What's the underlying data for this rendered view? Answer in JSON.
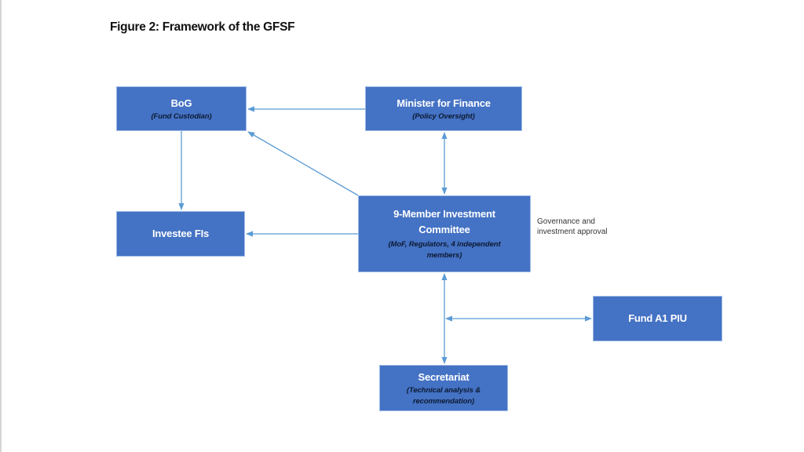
{
  "figure": {
    "title": "Figure 2: Framework of the GFSF"
  },
  "nodes": {
    "bog": {
      "title": "BoG",
      "subtitle": "(Fund Custodian)"
    },
    "minister": {
      "title": "Minister for Finance",
      "subtitle": "(Policy Oversight)"
    },
    "investee": {
      "title": "Investee FIs"
    },
    "committee": {
      "title": "9-Member Investment Committee",
      "subtitle": "(MoF, Regulators, 4 independent members)"
    },
    "piu": {
      "title": "Fund A1 PIU"
    },
    "secretariat": {
      "title": "Secretariat",
      "subtitle": "(Technical analysis & recommendation)"
    }
  },
  "annotations": {
    "committee_role": "Governance and investment approval"
  },
  "edges": [
    {
      "from": "minister",
      "to": "bog",
      "direction": "one-way"
    },
    {
      "from": "bog",
      "to": "investee",
      "direction": "one-way"
    },
    {
      "from": "committee",
      "to": "bog",
      "direction": "one-way"
    },
    {
      "from": "minister",
      "to": "committee",
      "direction": "two-way"
    },
    {
      "from": "committee",
      "to": "investee",
      "direction": "one-way"
    },
    {
      "from": "committee",
      "to": "secretariat",
      "direction": "two-way"
    },
    {
      "from": "committee-secretariat-link",
      "to": "piu",
      "direction": "two-way"
    }
  ],
  "colors": {
    "node_fill": "#4472C4",
    "connector": "#5B9BD5",
    "subtitle_text": "#0d1a33"
  }
}
